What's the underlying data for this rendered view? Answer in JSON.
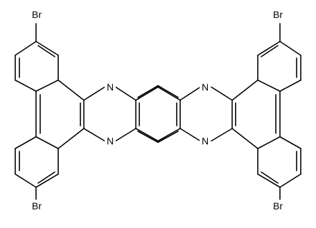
{
  "structure": {
    "atom_labels": {
      "br_top_left": "Br",
      "br_bottom_left": "Br",
      "br_top_right": "Br",
      "br_bottom_right": "Br",
      "n_upper_left": "N",
      "n_lower_left": "N",
      "n_upper_right": "N",
      "n_lower_right": "N"
    },
    "colors": {
      "bond": "#000000",
      "label": "#000000",
      "background": "#ffffff"
    }
  }
}
